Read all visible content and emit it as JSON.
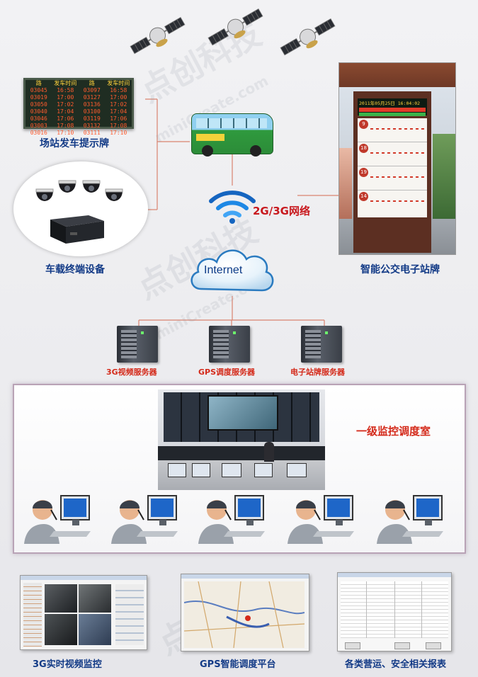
{
  "labels": {
    "departure_board": "场站发车提示牌",
    "vehicle_terminal": "车载终端设备",
    "network": "2G/3G网络",
    "internet": "Internet",
    "smart_stop": "智能公交电子站牌",
    "server_video": "3G视频服务器",
    "server_gps": "GPS调度服务器",
    "server_stop": "电子站牌服务器",
    "control_room": "一级监控调度室",
    "video_monitor": "3G实时视频监控",
    "gps_platform": "GPS智能调度平台",
    "reports": "各类营运、安全相关报表"
  },
  "board": {
    "header": [
      "路",
      "发车时间",
      "路",
      "发车时间"
    ],
    "rows": [
      [
        "03045",
        "16:58",
        "03097",
        "16:58"
      ],
      [
        "03019",
        "17:00",
        "03127",
        "17:00"
      ],
      [
        "03050",
        "17:02",
        "03136",
        "17:02"
      ],
      [
        "03040",
        "17:04",
        "03100",
        "17:04"
      ],
      [
        "03046",
        "17:06",
        "03119",
        "17:06"
      ],
      [
        "03003",
        "17:08",
        "03132",
        "17:08"
      ],
      [
        "03016",
        "17:10",
        "03111",
        "17:10"
      ]
    ]
  },
  "stop_sign": {
    "datetime": "2011年05月25日 16:04:02",
    "routes": [
      "9",
      "18",
      "19",
      "14"
    ]
  },
  "watermark": {
    "cn": "点创科技",
    "en": "miniCreate.com"
  },
  "colors": {
    "label_blue": "#123a86",
    "label_red": "#d42a1a",
    "network_red": "#c8191e"
  }
}
